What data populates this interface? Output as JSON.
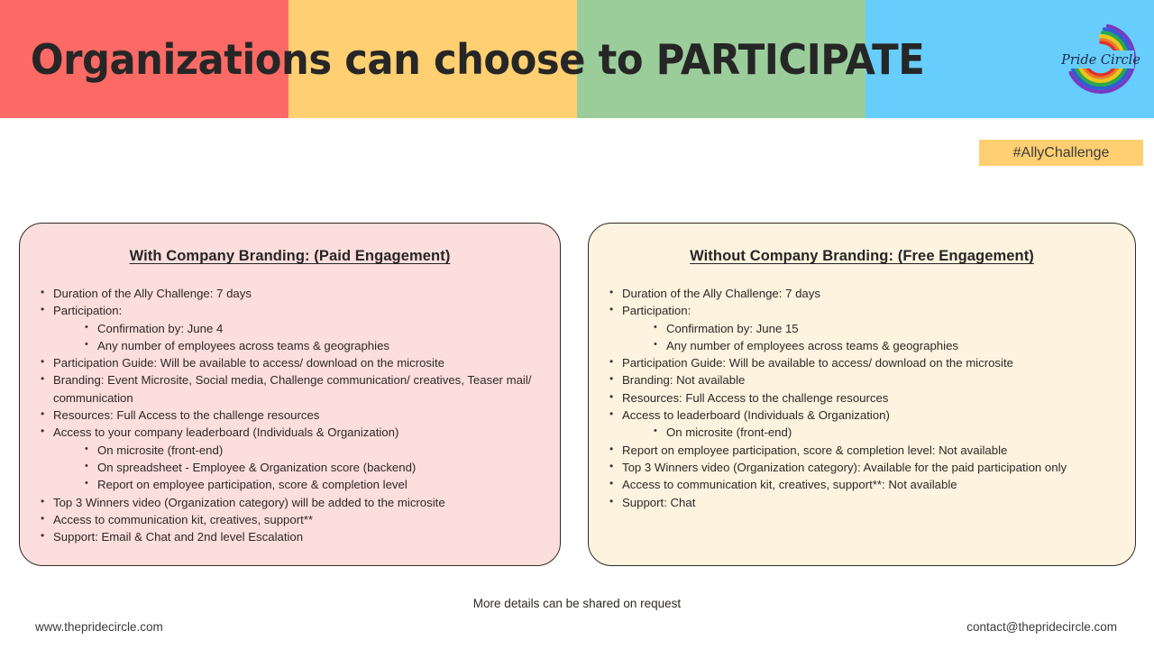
{
  "header": {
    "title": "Organizations can choose to PARTICIPATE",
    "bands": [
      {
        "name": "band-red",
        "color": "#FC6A65"
      },
      {
        "name": "band-yellow",
        "color": "#FFCF71"
      },
      {
        "name": "band-green",
        "color": "#9BCD9B"
      },
      {
        "name": "band-blue",
        "color": "#67CDFC"
      }
    ],
    "logo": {
      "icon": "pride-circle-rainbow-logo",
      "text": "Pride Circle"
    }
  },
  "hashtag": {
    "label": "#AllyChallenge",
    "background": "#FFCF71"
  },
  "cards": [
    {
      "id": "paid-engagement",
      "title": "With Company Branding:  (Paid Engagement)",
      "background": "#FCDEDC",
      "items": [
        {
          "level": 1,
          "text": "Duration of the Ally Challenge: 7 days"
        },
        {
          "level": 1,
          "text": "Participation:"
        },
        {
          "level": 2,
          "text": "Confirmation by: June 4"
        },
        {
          "level": 2,
          "text": "Any number of employees across teams & geographies"
        },
        {
          "level": 1,
          "text": "Participation Guide: Will be available to access/ download on the microsite"
        },
        {
          "level": 1,
          "text": "Branding: Event Microsite, Social media, Challenge communication/ creatives, Teaser mail/ communication"
        },
        {
          "level": 1,
          "text": "Resources: Full Access to the challenge resources"
        },
        {
          "level": 1,
          "text": "Access to your company leaderboard (Individuals & Organization)"
        },
        {
          "level": 2,
          "text": "On microsite (front-end)"
        },
        {
          "level": 2,
          "text": "On spreadsheet - Employee & Organization score (backend)"
        },
        {
          "level": 2,
          "text": "Report on employee participation, score & completion level"
        },
        {
          "level": 1,
          "text": "Top 3 Winners video (Organization category) will be added to the microsite"
        },
        {
          "level": 1,
          "text": "Access to communication kit, creatives, support**"
        },
        {
          "level": 1,
          "text": "Support:  Email & Chat and 2nd level Escalation"
        }
      ]
    },
    {
      "id": "free-engagement",
      "title": "Without Company Branding: (Free Engagement)",
      "background": "#FDF3DF",
      "items": [
        {
          "level": 1,
          "text": "Duration of the Ally Challenge: 7 days"
        },
        {
          "level": 1,
          "text": "Participation:"
        },
        {
          "level": 2,
          "text": "Confirmation by: June 15"
        },
        {
          "level": 2,
          "text": "Any number of employees across teams & geographies"
        },
        {
          "level": 1,
          "text": "Participation Guide: Will be available to access/ download on the microsite"
        },
        {
          "level": 1,
          "text": "Branding: Not available"
        },
        {
          "level": 1,
          "text": "Resources: Full Access to the challenge resources"
        },
        {
          "level": 1,
          "text": "Access to leaderboard (Individuals & Organization)"
        },
        {
          "level": 2,
          "text": "On microsite (front-end)"
        },
        {
          "level": 1,
          "text": "Report on employee participation, score & completion level: Not available"
        },
        {
          "level": 1,
          "text": "Top 3 Winners video (Organization category): Available for the paid participation only"
        },
        {
          "level": 1,
          "text": "Access to communication kit, creatives, support**: Not available"
        },
        {
          "level": 1,
          "text": "Support:  Chat"
        }
      ]
    }
  ],
  "footer": {
    "note": "More details can be shared on request",
    "website": "www.thepridecircle.com",
    "email": "contact@thepridecircle.com"
  }
}
